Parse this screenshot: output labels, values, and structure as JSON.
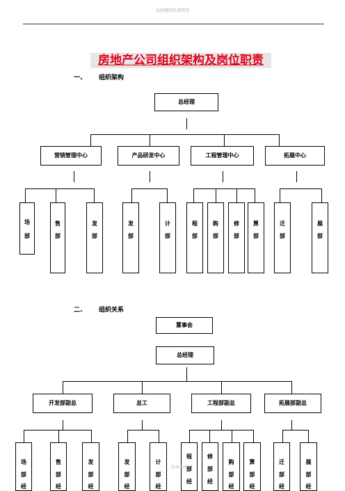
{
  "header_note": "总经理岗位说明书",
  "title": "房地产公司组织架构及岗位职责",
  "section1": {
    "num": "一、",
    "label": "组织架构"
  },
  "section2": {
    "num": "二、",
    "label": "组织关系"
  },
  "org1": {
    "top": "总经理",
    "centers": [
      "营销管理中心",
      "产品研发中心",
      "工程管理中心",
      "拓展中心"
    ],
    "depts": [
      [
        "场",
        "部"
      ],
      [
        "售",
        "部"
      ],
      [
        "发",
        "部"
      ],
      [
        "发",
        "部"
      ],
      [
        "计",
        "部"
      ],
      [
        "程",
        "部"
      ],
      [
        "购",
        "部"
      ],
      [
        "修",
        "部"
      ],
      [
        "算",
        "部"
      ],
      [
        "迁",
        "部"
      ],
      [
        "展",
        "部"
      ]
    ]
  },
  "org2": {
    "board": "董事会",
    "gm": "总经理",
    "deputies": [
      "开发部副总",
      "总工",
      "工程部副总",
      "拓展部副总"
    ],
    "depts": [
      [
        "场",
        "部",
        "经"
      ],
      [
        "售",
        "部",
        "经"
      ],
      [
        "发",
        "部",
        "经"
      ],
      [
        "发",
        "部",
        "经"
      ],
      [
        "计",
        "部",
        "经"
      ],
      [
        "程",
        "部",
        "经"
      ],
      [
        "修",
        "部",
        "经"
      ],
      [
        "购",
        "部",
        "经"
      ],
      [
        "算",
        "部",
        "经"
      ],
      [
        "迁",
        "部",
        "经"
      ],
      [
        "展",
        "部",
        "经"
      ]
    ]
  },
  "watermark": "仅供参考"
}
